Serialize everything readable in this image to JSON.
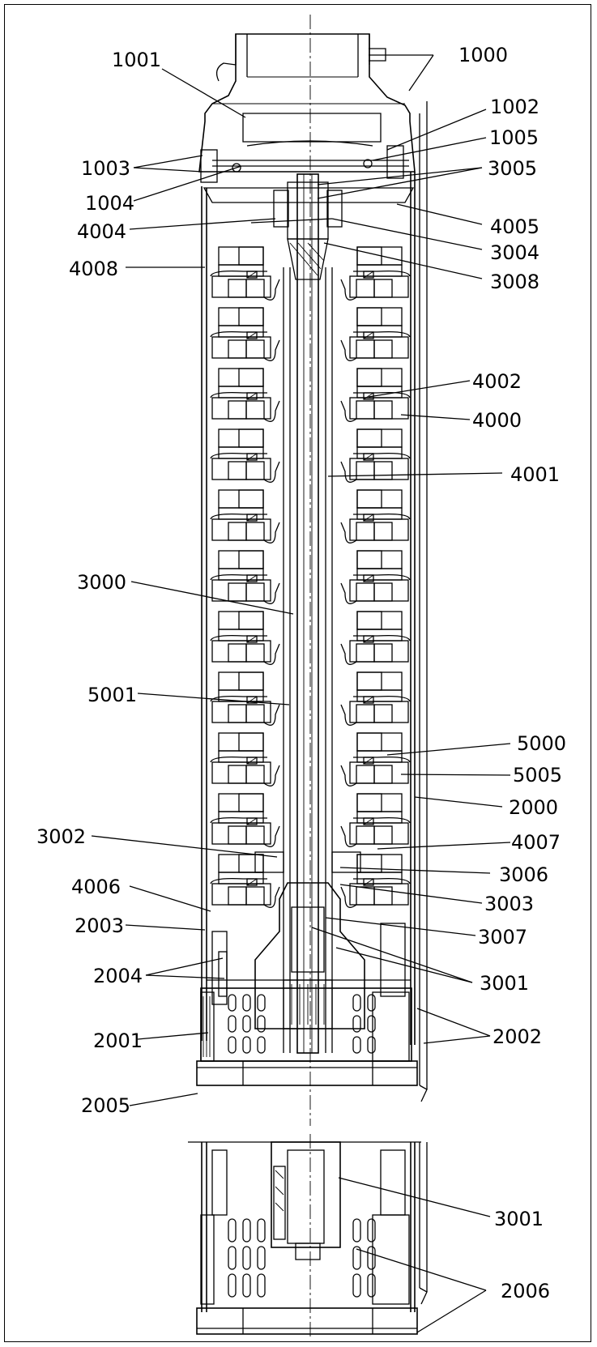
{
  "colors": {
    "line": "#000000",
    "background": "#ffffff"
  },
  "labels": {
    "l1000": "1000",
    "l1001": "1001",
    "l1002": "1002",
    "l1003": "1003",
    "l1004": "1004",
    "l1005": "1005",
    "l3005": "3005",
    "l4004": "4004",
    "l4005": "4005",
    "l3004": "3004",
    "l4008": "4008",
    "l3008": "3008",
    "l4002": "4002",
    "l4000": "4000",
    "l4001": "4001",
    "l3000": "3000",
    "l5001": "5001",
    "l5000": "5000",
    "l5005": "5005",
    "l2000": "2000",
    "l3002": "3002",
    "l4007": "4007",
    "l3006": "3006",
    "l4006": "4006",
    "l3003": "3003",
    "l2003": "2003",
    "l3007": "3007",
    "l2004": "2004",
    "l3001": "3001",
    "l2001": "2001",
    "l2002": "2002",
    "l2005": "2005",
    "l3001b": "3001",
    "l2006": "2006"
  }
}
